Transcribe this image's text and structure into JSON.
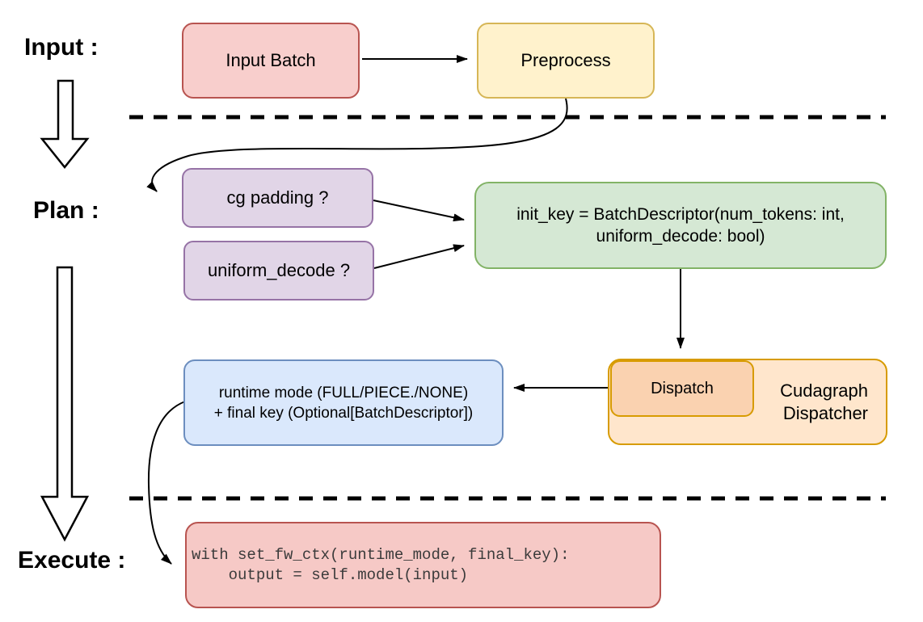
{
  "labels": {
    "input": "Input :",
    "plan": "Plan :",
    "execute": "Execute :"
  },
  "nodes": {
    "input_batch": {
      "label": "Input Batch"
    },
    "preprocess": {
      "label": "Preprocess"
    },
    "cg_padding": {
      "label": "cg padding ?"
    },
    "uniform_decode": {
      "label": "uniform_decode ?"
    },
    "init_key": {
      "line1": "init_key = BatchDescriptor(num_tokens: int,",
      "line2": "uniform_decode: bool)"
    },
    "runtime_mode": {
      "line1": "runtime mode (FULL/PIECE./NONE)",
      "line2": "+ final key (Optional[BatchDescriptor])"
    },
    "dispatch": {
      "label": "Dispatch"
    },
    "cudagraph_dispatcher": {
      "line1": "Cudagraph",
      "line2": "Dispatcher"
    },
    "execute_code": {
      "line1": "with set_fw_ctx(runtime_mode, final_key):",
      "line2": "    output = self.model(input)"
    }
  },
  "colors": {
    "red_fill": "#f8cecc",
    "red_stroke": "#b85450",
    "yellow_fill": "#fff2cc",
    "yellow_stroke": "#d6b656",
    "purple_fill": "#e1d5e7",
    "purple_stroke": "#9673a6",
    "green_fill": "#d5e8d4",
    "green_stroke": "#82b366",
    "blue_fill": "#dae8fc",
    "blue_stroke": "#6c8ebf",
    "orange_fill": "#ffe6cc",
    "orange_stroke": "#d79b00",
    "dispatch_fill": "#fad2b0",
    "exec_fill": "#f6c9c6",
    "exec_stroke": "#b85450",
    "line_color": "#000000",
    "text": "#000000",
    "code_text": "#3b3b3b"
  }
}
